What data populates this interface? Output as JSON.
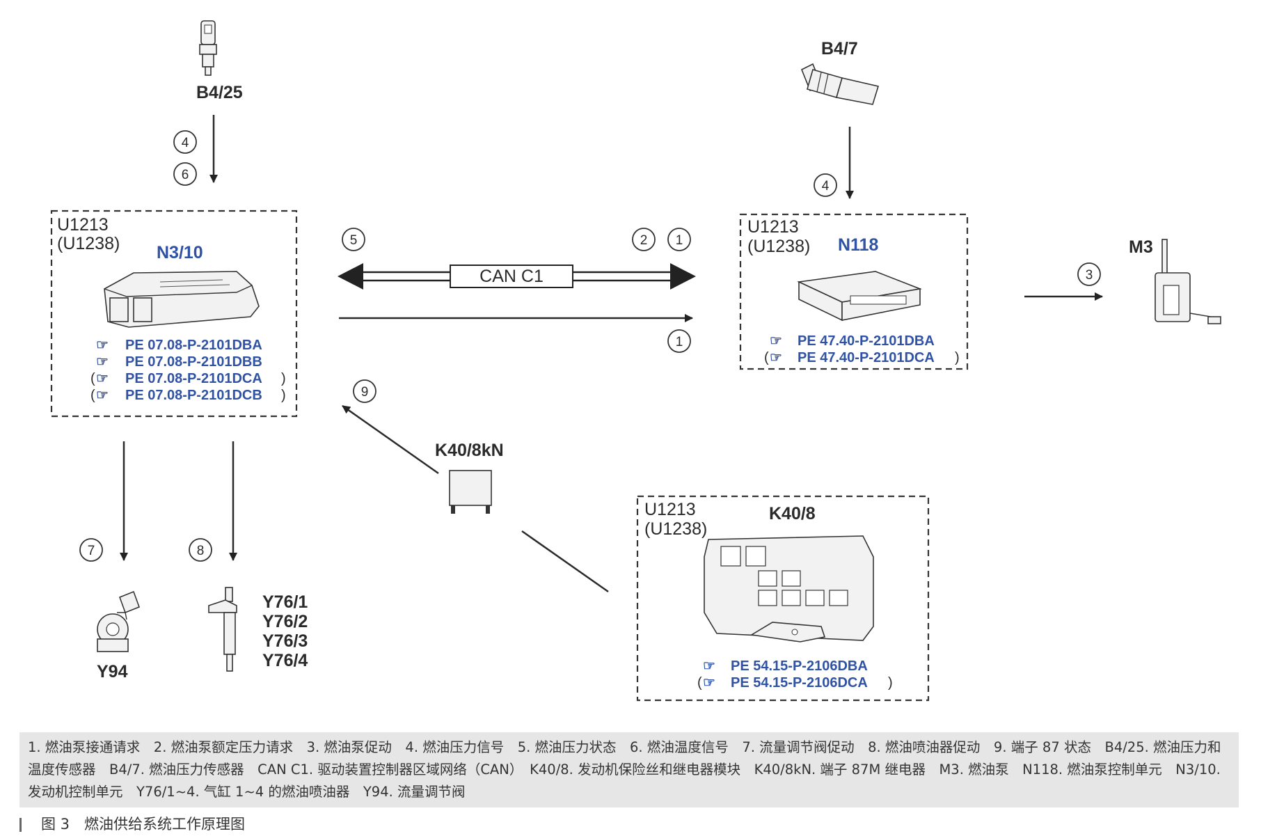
{
  "components": {
    "b4_25": {
      "code": "B4/25"
    },
    "b4_7": {
      "code": "B4/7"
    },
    "n3_10": {
      "code1": "U1213",
      "code2": "(U1238)",
      "name": "N3/10",
      "refs": [
        "PE 07.08-P-2101DBA",
        "PE 07.08-P-2101DBB",
        "PE 07.08-P-2101DCA",
        "PE 07.08-P-2101DCB"
      ]
    },
    "n118": {
      "code1": "U1213",
      "code2": "(U1238)",
      "name": "N118",
      "refs": [
        "PE 47.40-P-2101DBA",
        "PE 47.40-P-2101DCA"
      ]
    },
    "k40_8": {
      "code1": "U1213",
      "code2": "(U1238)",
      "name": "K40/8",
      "refs": [
        "PE 54.15-P-2106DBA",
        "PE 54.15-P-2106DCA"
      ]
    },
    "k40_8kn": {
      "code": "K40/8kN"
    },
    "m3": {
      "code": "M3"
    },
    "y94": {
      "code": "Y94"
    },
    "y76": {
      "codes": [
        "Y76/1",
        "Y76/2",
        "Y76/3",
        "Y76/4"
      ]
    },
    "can": {
      "label": "CAN C1"
    }
  },
  "signals": {
    "s1": "1",
    "s2": "2",
    "s3": "3",
    "s4": "4",
    "s5": "5",
    "s6": "6",
    "s7": "7",
    "s8": "8",
    "s9": "9"
  },
  "legend": {
    "text": "1. 燃油泵接通请求　2. 燃油泵额定压力请求　3. 燃油泵促动　4. 燃油压力信号　5. 燃油压力状态　6. 燃油温度信号　7. 流量调节阀促动　8. 燃油喷油器促动　9. 端子 87 状态　B4/25. 燃油压力和温度传感器　B4/7. 燃油压力传感器　CAN C1. 驱动装置控制器区域网络（CAN）　K40/8. 发动机保险丝和继电器模块　K40/8kN. 端子 87M 继电器　M3. 燃油泵　N118. 燃油泵控制单元　N3/10. 发动机控制单元　Y76/1~4. 气缸 1~4 的燃油喷油器　Y94. 流量调节阀"
  },
  "caption": {
    "text": "图 3　燃油供给系统工作原理图"
  },
  "colors": {
    "blue_label": "#2f52a5",
    "legend_bg": "#e6e6e6"
  }
}
